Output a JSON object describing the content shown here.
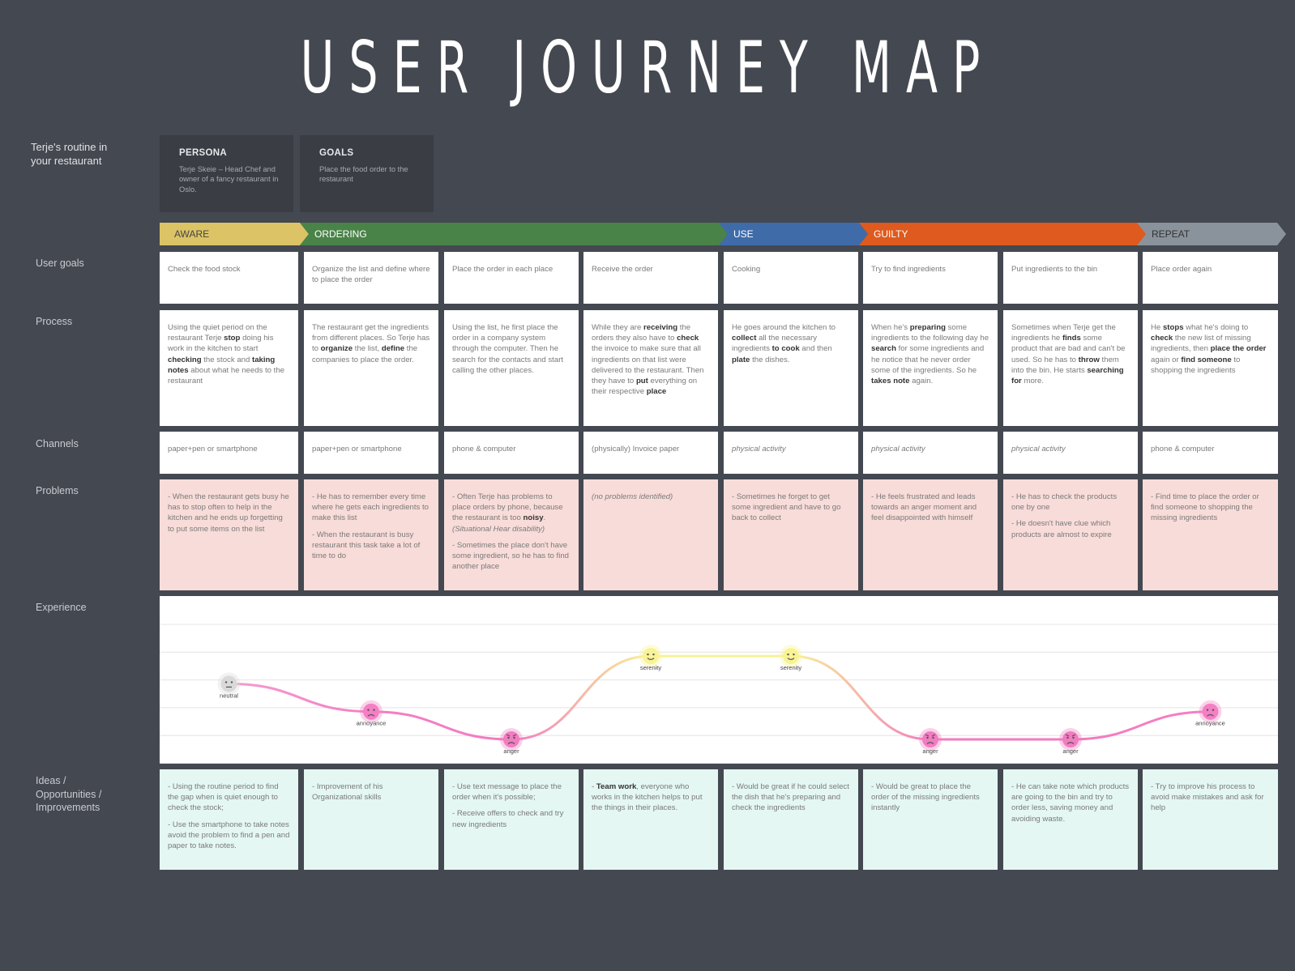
{
  "title": "USER JOURNEY MAP",
  "routine_label": "Terje's routine in your restaurant",
  "persona": {
    "heading": "PERSONA",
    "text": "Terje Skeie – Head Chef and owner of a fancy restaurant in Oslo."
  },
  "goals": {
    "heading": "GOALS",
    "text": "Place the food order to the restaurant"
  },
  "row_labels": {
    "user_goals": "User goals",
    "process": "Process",
    "channels": "Channels",
    "problems": "Problems",
    "experience": "Experience",
    "ideas": "Ideas / Opportunities / Improvements"
  },
  "stages": [
    {
      "label": "AWARE",
      "color": "#dcc366",
      "text_color": "#444444"
    },
    {
      "label": "ORDERING",
      "color": "#4a8348",
      "text_color": "#ffffff"
    },
    {
      "label": "USE",
      "color": "#3f6ca9",
      "text_color": "#ffffff"
    },
    {
      "label": "GUILTY",
      "color": "#de5a1e",
      "text_color": "#ffffff"
    },
    {
      "label": "REPEAT",
      "color": "#8a939c",
      "text_color": "#333333"
    }
  ],
  "columns": [
    {
      "goal": "Check the food stock",
      "process": "Using the quiet period on the restaurant Terje <b>stop</b> doing his work in the kitchen to start <b>checking</b> the stock and <b>taking notes</b> about what he needs to the restaurant",
      "channel": "paper+pen or smartphone",
      "problems": [
        "-  When the restaurant gets busy he has to stop often to help in the kitchen and he ends up forgetting to put some items on the list"
      ],
      "ideas": [
        "- Using the routine period to find the gap when is quiet enough to check the stock;",
        "- Use the smartphone to take notes avoid the problem to find a pen and paper to take notes."
      ]
    },
    {
      "goal": "Organize the list and define where to place the order",
      "process": "The restaurant  get the ingredients from different places. So Terje has to <b>organize</b> the list, <b>define</b> the companies to place the order.",
      "channel": "paper+pen or smartphone",
      "problems": [
        "- He has to remember every time where he gets each ingredients to make this list",
        "- When the  restaurant is busy restaurant this task take a lot of time to do"
      ],
      "ideas": [
        "- Improvement of his Organizational skills"
      ]
    },
    {
      "goal": "Place the order in each place",
      "process": "Using the list, he first place the order in a company system through the computer. Then he search for the contacts and start calling the other places.",
      "channel": "phone & computer",
      "problems": [
        "- Often Terje has problems to place orders by phone, because the restaurant is too <b>noisy</b>. <i>(Situational Hear disability)</i>",
        "- Sometimes the place don't have some ingredient, so he has to find another place"
      ],
      "ideas": [
        "- Use text message to place the order when it's possible;",
        "- Receive offers to check and try new ingredients"
      ]
    },
    {
      "goal": "Receive the order",
      "process": "While they are <b>receiving</b> the orders they also have to <b>check</b> the invoice to make sure that all ingredients on that list were delivered to the restaurant. Then they have to <b>put</b> everything on their respective <b>place</b>",
      "channel": "(physically) Invoice paper",
      "problems": [
        "<i>(no problems identified)</i>"
      ],
      "ideas": [
        "- <b>Team work</b>, everyone who works in the kitchen helps to put the things in their places."
      ]
    },
    {
      "goal": "Cooking",
      "process": "He goes around the kitchen to <b>collect</b> all the necessary ingredients <b>to cook</b> and then <b>plate</b> the dishes.",
      "channel": "<i>physical activity</i>",
      "problems": [
        "- Sometimes he forget to get some ingredient and have to go back to collect"
      ],
      "ideas": [
        "- Would be great if he could select the dish that he's preparing and check the ingredients"
      ]
    },
    {
      "goal": "Try to find ingredients",
      "process": "When he's <b>preparing</b> some ingredients to the following day he <b>search</b> for some ingredients and he notice that he never order some of the ingredients.  So he <b>takes note</b> again.",
      "channel": "<i>physical activity</i>",
      "problems": [
        "- He feels frustrated and leads towards an anger moment and feel disappointed with himself"
      ],
      "ideas": [
        "- Would be great to place the order of the missing ingredients instantly"
      ]
    },
    {
      "goal": "Put ingredients to the bin",
      "process": "Sometimes when Terje get the ingredients he <b>finds</b> some product that are bad and can't be used. So he has to <b>throw</b> them into the bin. He starts <b>searching for</b> more.",
      "channel": "<i>physical activity</i>",
      "problems": [
        "- He has to check the products one by one",
        "- He doesn't have clue which products are almost to expire"
      ],
      "ideas": [
        "- He can take note which products are going to the bin and try to order less, saving money and avoiding waste."
      ]
    },
    {
      "goal": "Place order again",
      "process": "He <b>stops</b> what he's doing to <b>check</b> the new list of missing ingredients, then <b>place the order</b> again or <b>find someone</b> to shopping the ingredients",
      "channel": "phone & computer",
      "problems": [
        "- Find time to place the order or find someone to shopping the missing ingredients"
      ],
      "ideas": [
        "- Try to improve his process to avoid make mistakes and ask for help"
      ]
    }
  ],
  "experience": [
    {
      "emotion": "neutral",
      "level": 3,
      "color": "#d9d9d9"
    },
    {
      "emotion": "annoyance",
      "level": 2,
      "color": "#f47fc4"
    },
    {
      "emotion": "anger",
      "level": 1,
      "color": "#f27cc0"
    },
    {
      "emotion": "serenity",
      "level": 4,
      "color": "#f8f394"
    },
    {
      "emotion": "serenity",
      "level": 4,
      "color": "#f8f394"
    },
    {
      "emotion": "anger",
      "level": 1,
      "color": "#f27cc0"
    },
    {
      "emotion": "anger",
      "level": 1,
      "color": "#f27cc0"
    },
    {
      "emotion": "annoyance",
      "level": 2,
      "color": "#f47fc4"
    }
  ]
}
